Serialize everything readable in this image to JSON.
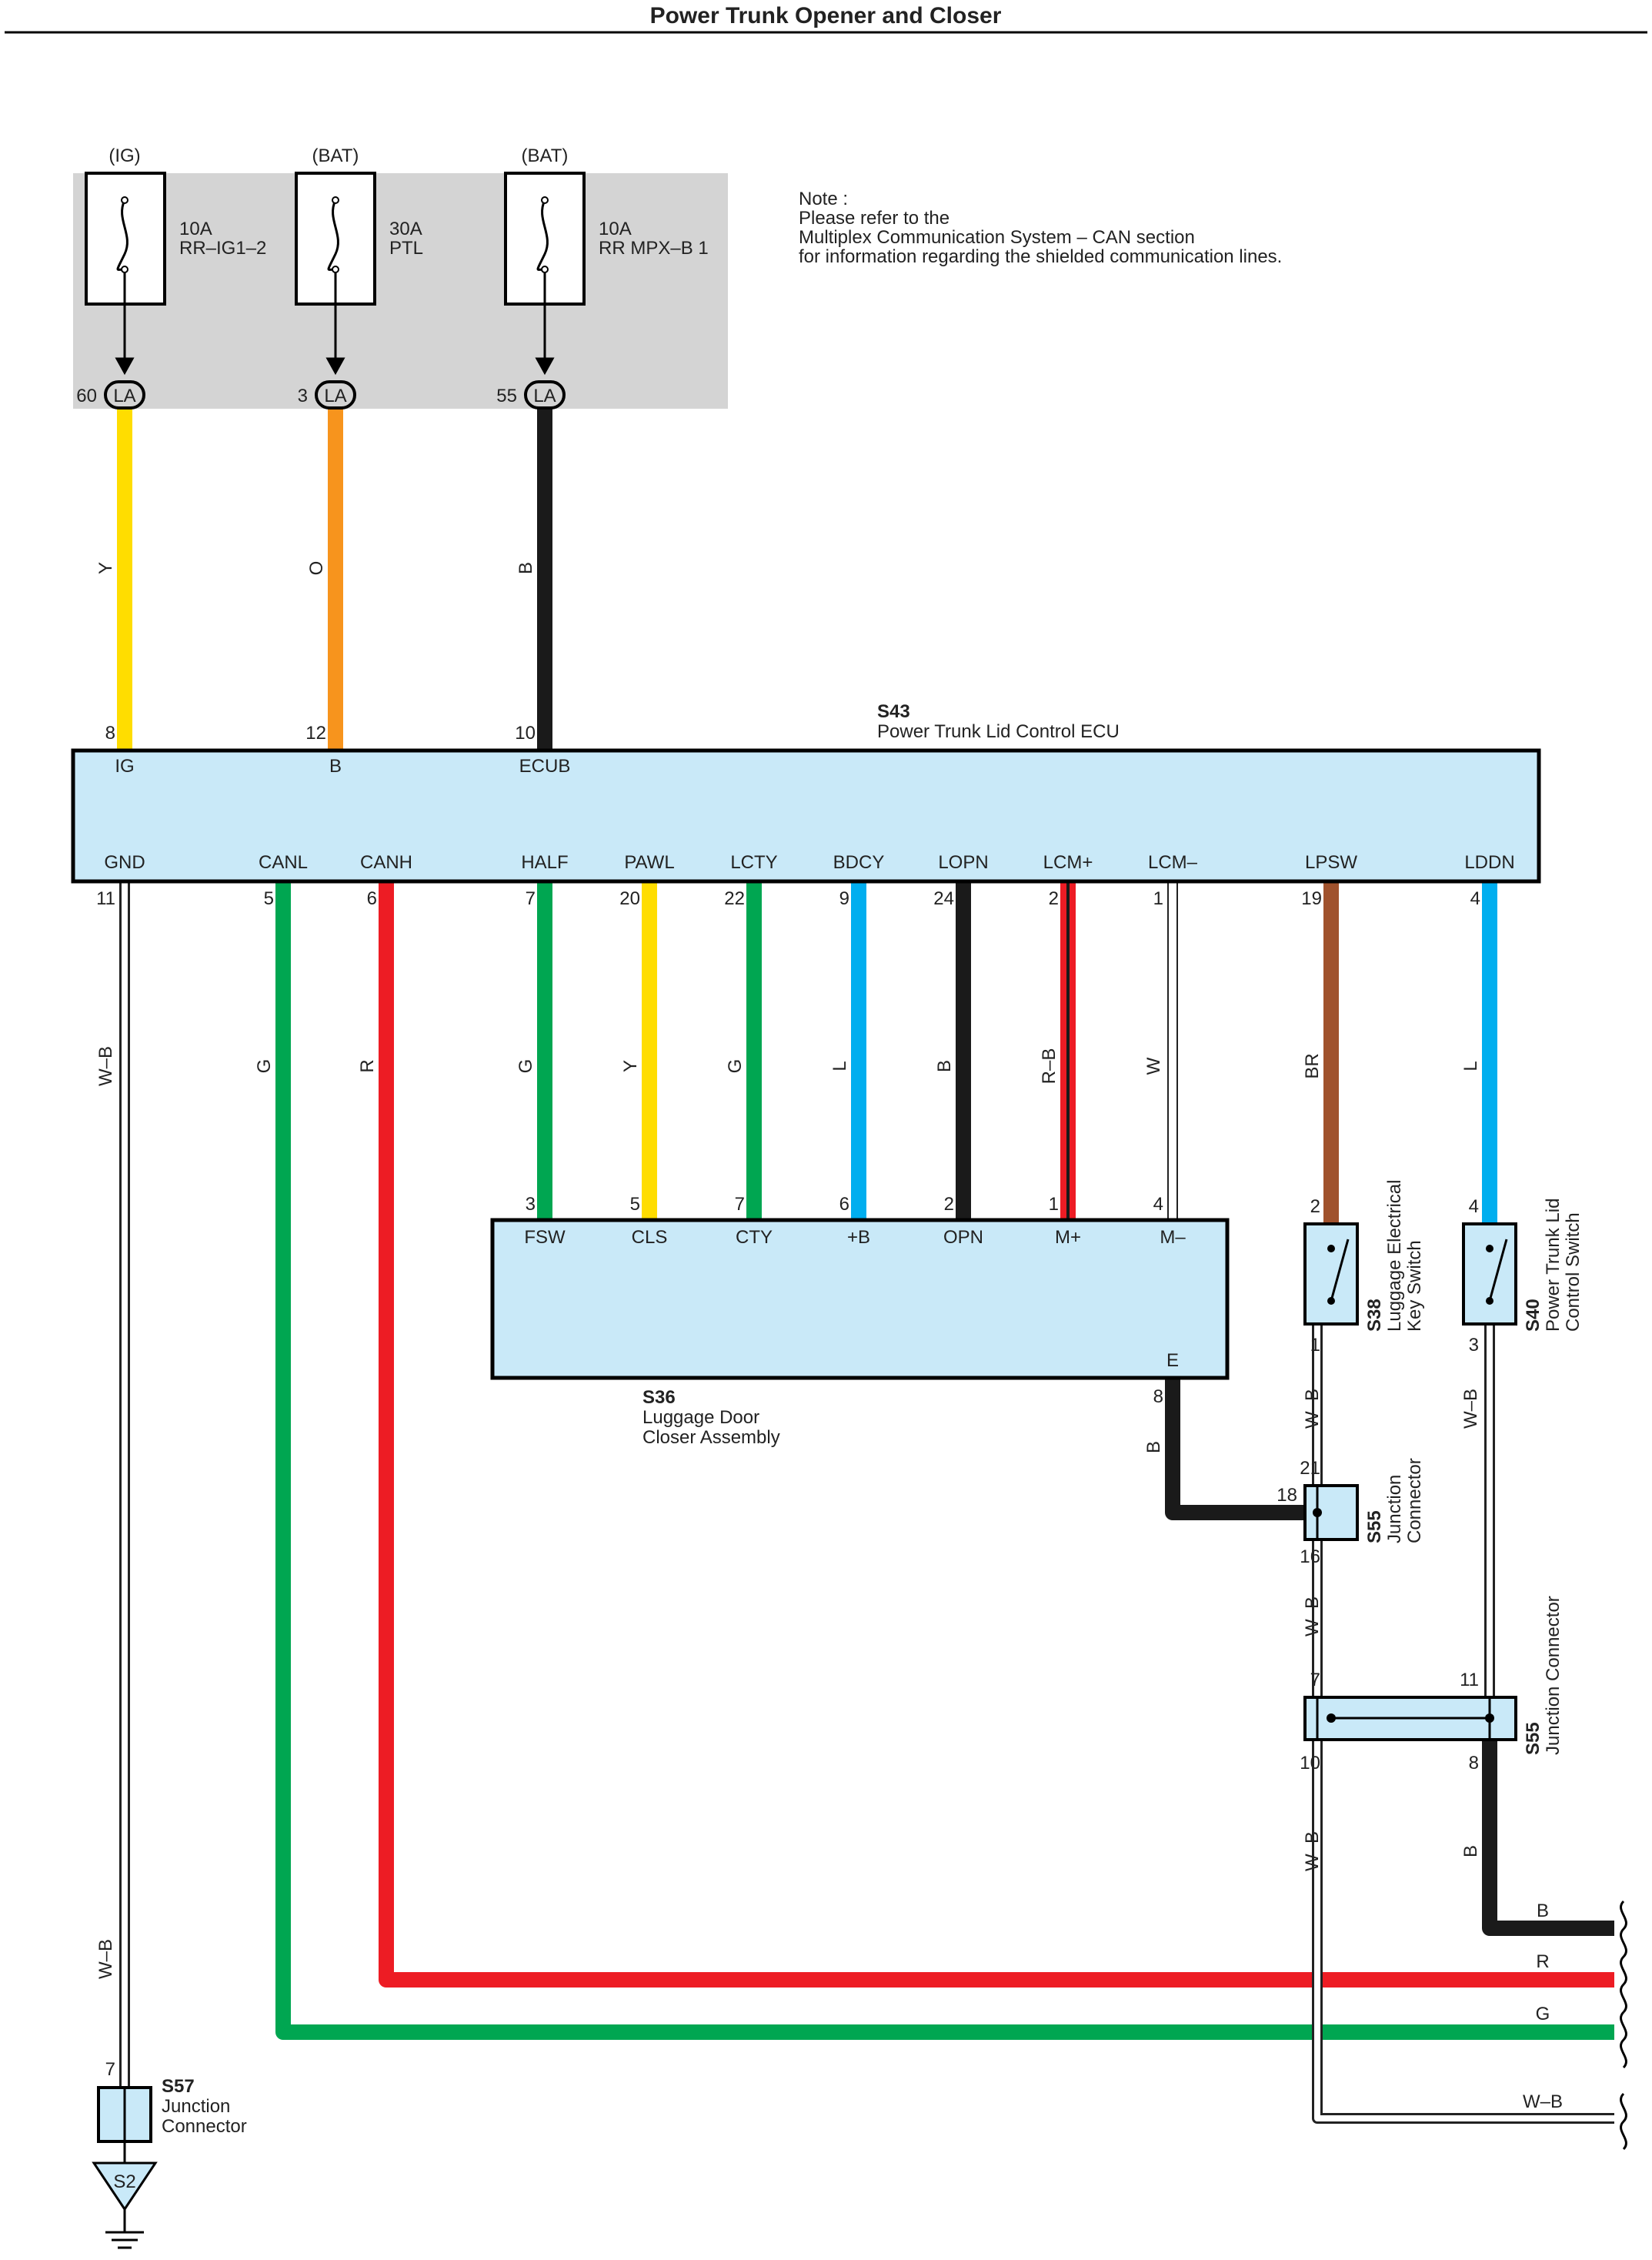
{
  "title": "Power Trunk Opener and Closer",
  "note": {
    "line1": "Note :",
    "line2": "Please refer to the",
    "line3": "Multiplex Communication System – CAN section",
    "line4": "for information regarding the shielded communication lines."
  },
  "fuses": [
    {
      "source": "(IG)",
      "rating": "10A",
      "name": "RR–IG1–2",
      "pin": "60",
      "conn": "LA",
      "wire": "Y"
    },
    {
      "source": "(BAT)",
      "rating": "30A",
      "name": "PTL",
      "pin": "3",
      "conn": "LA",
      "wire": "O"
    },
    {
      "source": "(BAT)",
      "rating": "10A",
      "name": "RR MPX–B 1",
      "pin": "55",
      "conn": "LA",
      "wire": "B"
    }
  ],
  "ecu": {
    "id": "S43",
    "name": "Power Trunk Lid Control ECU",
    "top_pins": [
      {
        "num": "8",
        "label": "IG"
      },
      {
        "num": "12",
        "label": "B"
      },
      {
        "num": "10",
        "label": "ECUB"
      }
    ],
    "bottom_pins": [
      {
        "num": "11",
        "label": "GND",
        "wire": "W–B"
      },
      {
        "num": "5",
        "label": "CANL",
        "wire": "G"
      },
      {
        "num": "6",
        "label": "CANH",
        "wire": "R"
      },
      {
        "num": "7",
        "label": "HALF",
        "wire": "G"
      },
      {
        "num": "20",
        "label": "PAWL",
        "wire": "Y"
      },
      {
        "num": "22",
        "label": "LCTY",
        "wire": "G"
      },
      {
        "num": "9",
        "label": "BDCY",
        "wire": "L"
      },
      {
        "num": "24",
        "label": "LOPN",
        "wire": "B"
      },
      {
        "num": "2",
        "label": "LCM+",
        "wire": "R–B"
      },
      {
        "num": "1",
        "label": "LCM–",
        "wire": "W"
      },
      {
        "num": "19",
        "label": "LPSW",
        "wire": "BR"
      },
      {
        "num": "4",
        "label": "LDDN",
        "wire": "L"
      }
    ]
  },
  "closer": {
    "id": "S36",
    "line1": "Luggage Door",
    "line2": "Closer Assembly",
    "pins": [
      {
        "num": "3",
        "label": "FSW"
      },
      {
        "num": "5",
        "label": "CLS"
      },
      {
        "num": "7",
        "label": "CTY"
      },
      {
        "num": "6",
        "label": "+B"
      },
      {
        "num": "2",
        "label": "OPN"
      },
      {
        "num": "1",
        "label": "M+"
      },
      {
        "num": "4",
        "label": "M–"
      }
    ],
    "e_label": "E",
    "e_pin": "8",
    "e_wire": "B"
  },
  "key_switch": {
    "id": "S38",
    "line1": "Luggage Electrical",
    "line2": "Key Switch",
    "pin_top": "2",
    "pin_bottom": "1",
    "wire": "W–B"
  },
  "control_switch": {
    "id": "S40",
    "line1": "Power Trunk Lid",
    "line2": "Control Switch",
    "pin_top": "4",
    "pin_bottom": "3",
    "wire": "W–B"
  },
  "junction_small": {
    "id": "S55",
    "line1": "Junction",
    "line2": "Connector",
    "pin_top": "21",
    "pin_left": "18",
    "pin_bottom": "16",
    "wire": "W–B"
  },
  "junction_large": {
    "id": "S55",
    "label": "Junction Connector",
    "pins": [
      "7",
      "11",
      "10",
      "8"
    ],
    "wire_left": "W–B",
    "wire_right": "B"
  },
  "junction_gnd": {
    "id": "S57",
    "line1": "Junction",
    "line2": "Connector",
    "pin": "7",
    "wire": "W–B"
  },
  "ground": {
    "label": "S2"
  },
  "exits": [
    "B",
    "R",
    "G",
    "W–B"
  ],
  "colors": {
    "Y": "#ffdd00",
    "O": "#f7941d",
    "B": "#1a1a1a",
    "G": "#00a651",
    "R": "#ed1c24",
    "L": "#00aeef",
    "BR": "#a0522d",
    "component_fill": "#c9e9f8",
    "fusebox_fill": "#d4d4d4"
  }
}
